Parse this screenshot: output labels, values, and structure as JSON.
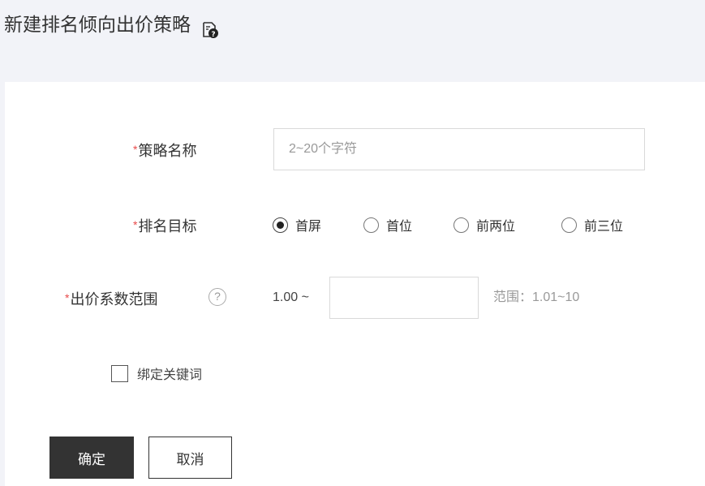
{
  "page": {
    "title": "新建排名倾向出价策略",
    "title_icon": "help-doc-icon"
  },
  "form": {
    "name_field": {
      "required_mark": "*",
      "label": "策略名称",
      "value": "",
      "placeholder": "2~20个字符"
    },
    "rank_target": {
      "required_mark": "*",
      "label": "排名目标",
      "options": [
        {
          "label": "首屏",
          "selected": true
        },
        {
          "label": "首位",
          "selected": false
        },
        {
          "label": "前两位",
          "selected": false
        },
        {
          "label": "前三位",
          "selected": false
        }
      ]
    },
    "bid_range": {
      "required_mark": "*",
      "label": "出价系数范围",
      "help_icon": "question-circle-icon",
      "help_glyph": "?",
      "min_value": "1.00 ~",
      "max_value": "",
      "hint": "范围：1.01~10"
    },
    "bind_keywords": {
      "label": "绑定关键词",
      "checked": false
    }
  },
  "actions": {
    "confirm_label": "确定",
    "cancel_label": "取消"
  },
  "colors": {
    "background": "#f2f3f8",
    "panel": "#ffffff",
    "primary_button": "#333333",
    "required": "#e84a4a",
    "hint_text": "#999999"
  }
}
